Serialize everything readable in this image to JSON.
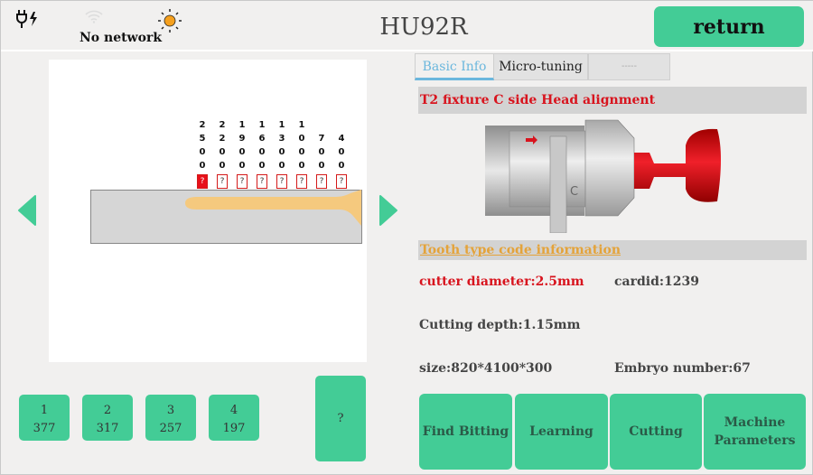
{
  "status": {
    "power_icon": "plug-lightning-icon",
    "wifi_icon": "wifi-icon",
    "network_text": "No network",
    "brightness_icon": "sun-icon"
  },
  "header": {
    "title": "HU92R",
    "return_label": "return"
  },
  "key_view": {
    "codes": [
      {
        "digits": [
          "2",
          "5",
          "0",
          "0"
        ],
        "mark": "?",
        "active": true
      },
      {
        "digits": [
          "2",
          "2",
          "0",
          "0"
        ],
        "mark": "?",
        "active": false
      },
      {
        "digits": [
          "1",
          "9",
          "0",
          "0"
        ],
        "mark": "?",
        "active": false
      },
      {
        "digits": [
          "1",
          "6",
          "0",
          "0"
        ],
        "mark": "?",
        "active": false
      },
      {
        "digits": [
          "1",
          "3",
          "0",
          "0"
        ],
        "mark": "?",
        "active": false
      },
      {
        "digits": [
          "1",
          "0",
          "0",
          "0"
        ],
        "mark": "?",
        "active": false
      },
      {
        "digits": [
          "",
          "7",
          "0",
          "0"
        ],
        "mark": "?",
        "active": false
      },
      {
        "digits": [
          "",
          "4",
          "0",
          "0"
        ],
        "mark": "?",
        "active": false
      }
    ],
    "prev_icon": "triangle-left-icon",
    "next_icon": "triangle-right-icon"
  },
  "depth_buttons": [
    {
      "num": "1",
      "value": "377"
    },
    {
      "num": "2",
      "value": "317"
    },
    {
      "num": "3",
      "value": "257"
    },
    {
      "num": "4",
      "value": "197"
    }
  ],
  "unknown_button": "?",
  "tabs": [
    {
      "label": "Basic Info",
      "active": true
    },
    {
      "label": "Micro-tuning",
      "active": false
    },
    {
      "label": "-----",
      "active": false
    }
  ],
  "info": {
    "fixture_title": "T2 fixture C side Head alignment",
    "tooth_title": "Tooth type code information",
    "cutter_diameter": "cutter diameter:2.5mm",
    "cardid": "cardid:1239",
    "cutting_depth": "Cutting depth:1.15mm",
    "size": "size:820*4100*300",
    "embryo_number": "Embryo number:67",
    "fixture_label": "C"
  },
  "actions": {
    "find_bitting": "Find Bitting",
    "learning": "Learning",
    "cutting": "Cutting",
    "machine_line1": "Machine",
    "machine_line2": "Parameters"
  },
  "colors": {
    "accent": "#43cc96",
    "red": "#d8141e",
    "orange": "#e4a33a",
    "tab_blue": "#6bb7dd"
  }
}
